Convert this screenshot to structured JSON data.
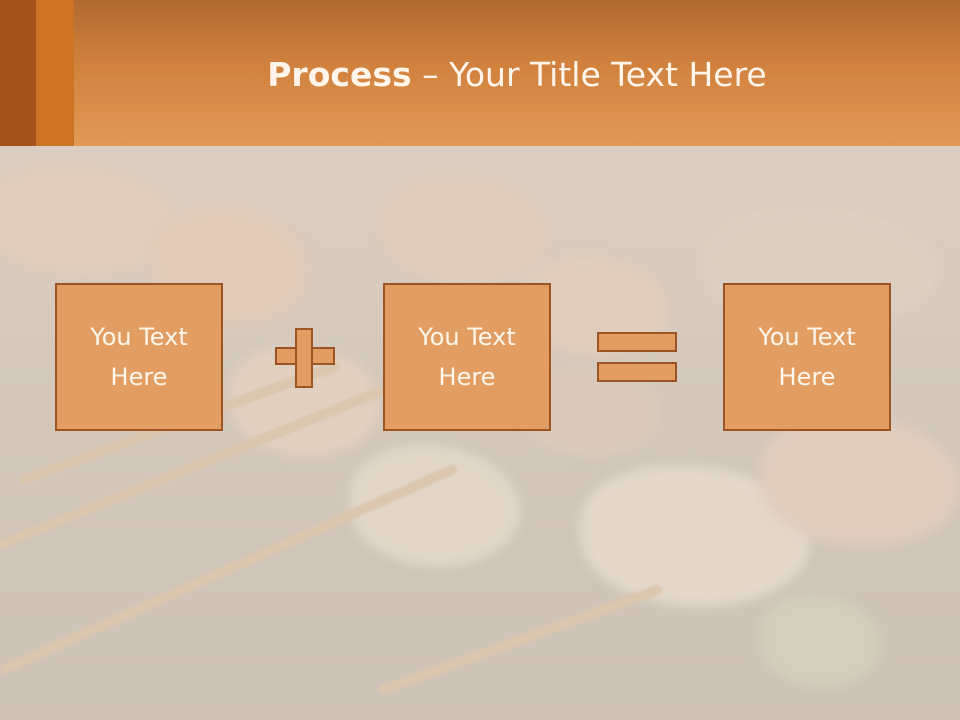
{
  "slide": {
    "title_bold": "Process",
    "title_rest": " – Your Title Text Here"
  },
  "boxes": [
    {
      "label": "You Text\nHere"
    },
    {
      "label": "You Text\nHere"
    },
    {
      "label": "You Text\nHere"
    }
  ],
  "operators": [
    "plus-icon",
    "equals-icon"
  ],
  "colors": {
    "header": "#d98a45",
    "box_fill": "#e29e62",
    "box_border": "#9b5424",
    "text": "#fff6ec"
  }
}
